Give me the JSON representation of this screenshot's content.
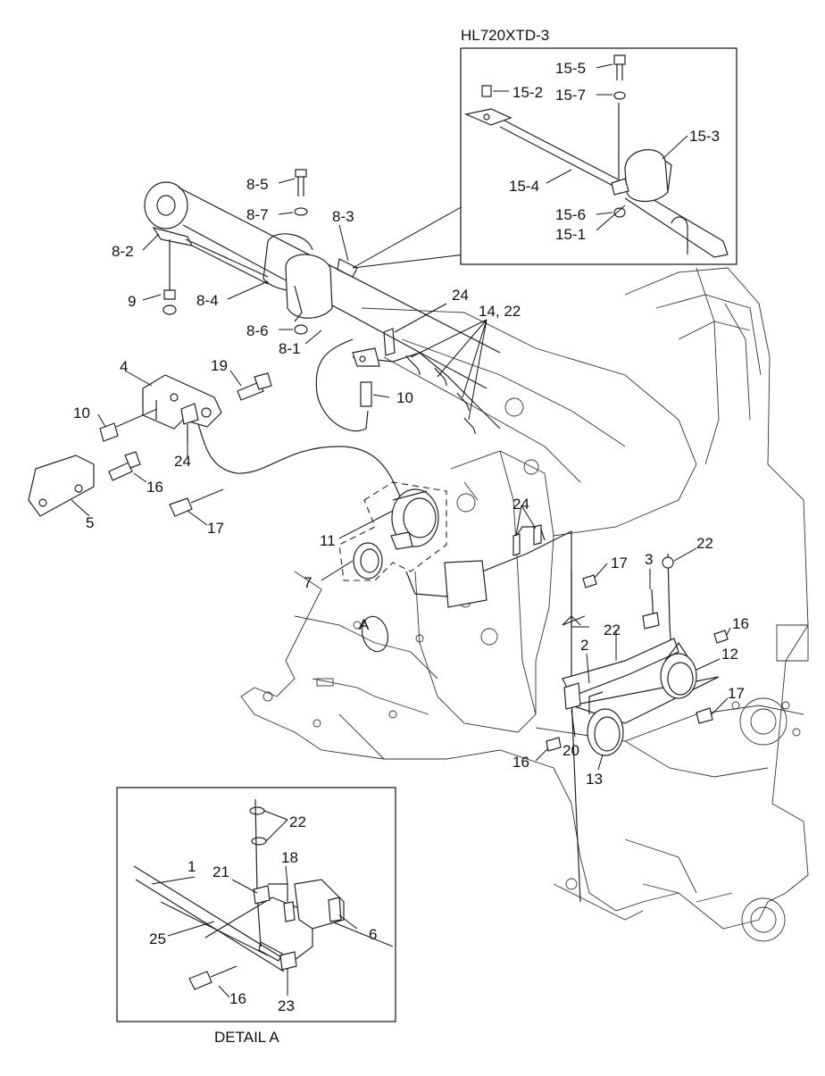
{
  "diagram": {
    "inset": {
      "title": "HL720XTD-3"
    },
    "detail": {
      "caption": "DETAIL A"
    },
    "view_marker": "A",
    "callouts": {
      "c15_5": "15-5",
      "c15_2": "15-2",
      "c15_7": "15-7",
      "c15_3": "15-3",
      "c15_4": "15-4",
      "c15_6": "15-6",
      "c15_1": "15-1",
      "c8_5": "8-5",
      "c8_7": "8-7",
      "c8_3": "8-3",
      "c8_2": "8-2",
      "c9": "9",
      "c8_4": "8-4",
      "c8_6": "8-6",
      "c8_1": "8-1",
      "c24a": "24",
      "c14_22": "14, 22",
      "c4": "4",
      "c19": "19",
      "c10a": "10",
      "c10b": "10",
      "c24b": "24",
      "c16a": "16",
      "c5": "5",
      "c17a": "17",
      "c11": "11",
      "c7": "7",
      "c24c": "24",
      "c17b": "17",
      "c3": "3",
      "c22a": "22",
      "c16b": "16",
      "c22b": "22",
      "c2": "2",
      "c12": "12",
      "c17c": "17",
      "c16c": "16",
      "c20": "20",
      "c13": "13",
      "c22c": "22",
      "c1": "1",
      "c21": "21",
      "c18": "18",
      "c6": "6",
      "c25": "25",
      "c16d": "16",
      "c23": "23"
    }
  }
}
